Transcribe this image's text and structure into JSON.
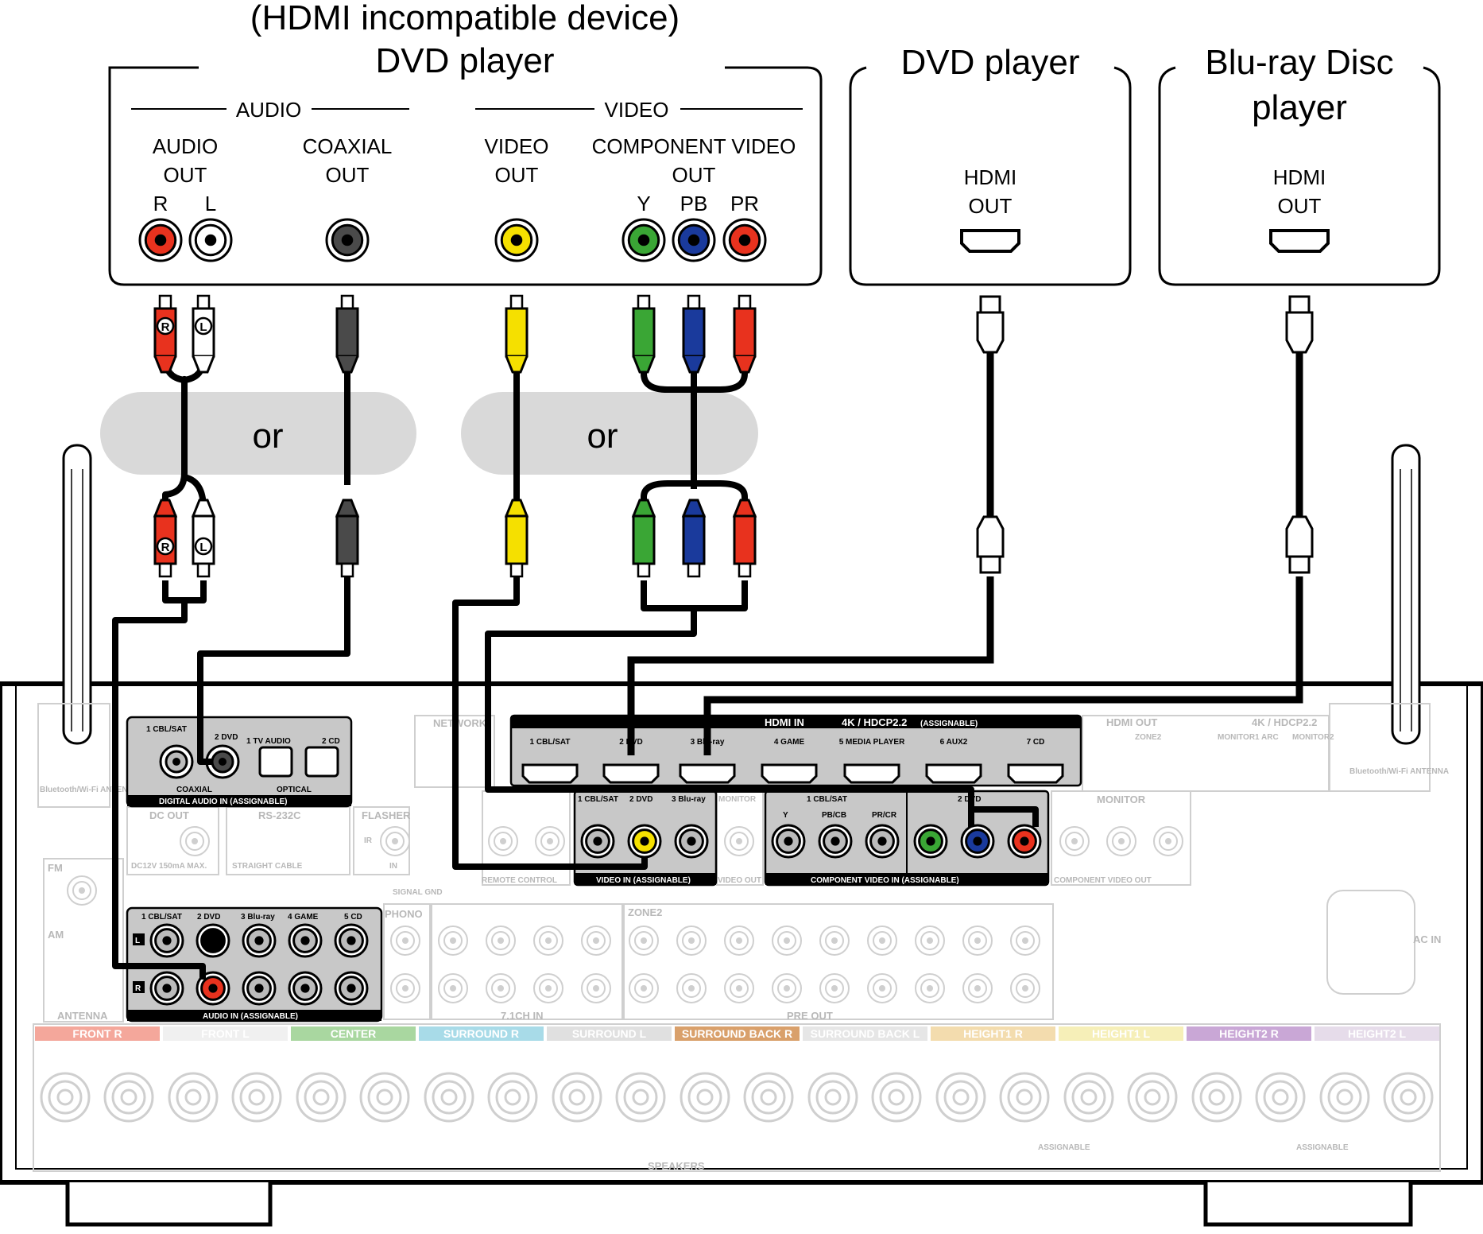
{
  "sources": {
    "legacy": {
      "subtitle": "(HDMI incompatible device)",
      "title": "DVD player",
      "audio_group": "AUDIO",
      "video_group": "VIDEO",
      "outputs": [
        {
          "line1": "AUDIO",
          "line2": "OUT",
          "channels": [
            "R",
            "L"
          ]
        },
        {
          "line1": "COAXIAL",
          "line2": "OUT"
        },
        {
          "line1": "VIDEO",
          "line2": "OUT"
        },
        {
          "line1": "COMPONENT VIDEO",
          "line2": "OUT",
          "channels": [
            "Y",
            "PB",
            "PR"
          ]
        }
      ]
    },
    "dvd": {
      "title": "DVD player",
      "port_line1": "HDMI",
      "port_line2": "OUT"
    },
    "bluray": {
      "title_line1": "Blu-ray Disc",
      "title_line2": "player",
      "port_line1": "HDMI",
      "port_line2": "OUT"
    }
  },
  "or_labels": [
    "or",
    "or"
  ],
  "plug_marks": {
    "right": "R",
    "left": "L"
  },
  "colors": {
    "red": "#e8321e",
    "white": "#ffffff",
    "yellow": "#f5e000",
    "green": "#3aa635",
    "blue": "#1a3a9c",
    "gray": "#4a4a4a"
  },
  "receiver": {
    "digital_audio": {
      "labels": [
        "1 CBL/SAT",
        "2 DVD",
        "1 TV AUDIO",
        "2 CD"
      ],
      "coaxial": "COAXIAL",
      "optical": "OPTICAL",
      "footer": "DIGITAL AUDIO IN (ASSIGNABLE)"
    },
    "hdmi_in": {
      "header": "HDMI IN",
      "spec": "4K / HDCP2.2",
      "assignable": "(ASSIGNABLE)",
      "inputs": [
        "1 CBL/SAT",
        "2 DVD",
        "3 Blu-ray",
        "4 GAME",
        "5 MEDIA PLAYER",
        "6 AUX2",
        "7 CD"
      ]
    },
    "video_in": {
      "labels": [
        "1 CBL/SAT",
        "2 DVD",
        "3 Blu-ray"
      ],
      "footer": "VIDEO IN (ASSIGNABLE)"
    },
    "component_in": {
      "group1": "1 CBL/SAT",
      "group2": "2 DVD",
      "channels": [
        "Y",
        "PB/CB",
        "PR/CR"
      ],
      "footer": "COMPONENT VIDEO IN (ASSIGNABLE)"
    },
    "audio_in": {
      "labels": [
        "1 CBL/SAT",
        "2 DVD",
        "3 Blu-ray",
        "4 GAME",
        "5 CD"
      ],
      "footer": "AUDIO IN (ASSIGNABLE)"
    },
    "faint_labels": {
      "bt_left": "Bluetooth/Wi-Fi ANTENNA",
      "bt_right": "Bluetooth/Wi-Fi ANTENNA",
      "network": "NETWORK",
      "dc_out": "DC OUT",
      "dc_spec": "DC12V 150mA MAX.",
      "rs232c": "RS-232C",
      "straight_cable": "STRAIGHT CABLE",
      "flasher": "FLASHER",
      "ir": "IR",
      "in": "IN",
      "signal_gnd": "SIGNAL GND",
      "remote_control": "REMOTE CONTROL",
      "monitor": "MONITOR",
      "video_out": "VIDEO OUT",
      "hdmi_out": "HDMI OUT",
      "hdmi_out_spec": "4K / HDCP2.2",
      "zone2": "ZONE2",
      "monitor1_arc": "MONITOR1 ARC",
      "monitor2": "MONITOR2",
      "component_out": "COMPONENT VIDEO OUT",
      "fm": "FM",
      "am": "AM",
      "antenna": "ANTENNA",
      "phono": "PHONO",
      "ch71": "7.1CH IN",
      "pre_out": "PRE OUT",
      "ac_in": "AC IN",
      "speakers": "SPEAKERS",
      "assignable": "ASSIGNABLE"
    },
    "speaker_labels": [
      "FRONT R",
      "FRONT L",
      "CENTER",
      "SURROUND R",
      "SURROUND L",
      "SURROUND BACK R",
      "SURROUND BACK L",
      "HEIGHT1 R",
      "HEIGHT1 L",
      "HEIGHT2 R",
      "HEIGHT2 L"
    ],
    "speaker_colors": [
      "#f4a79b",
      "#f0f0f0",
      "#a9d7a0",
      "#a8dbe8",
      "#e0e0e0",
      "#d9a06b",
      "#e6e6e6",
      "#f3dcae",
      "#f6efb8",
      "#c9a7d6",
      "#e6dcea"
    ]
  }
}
